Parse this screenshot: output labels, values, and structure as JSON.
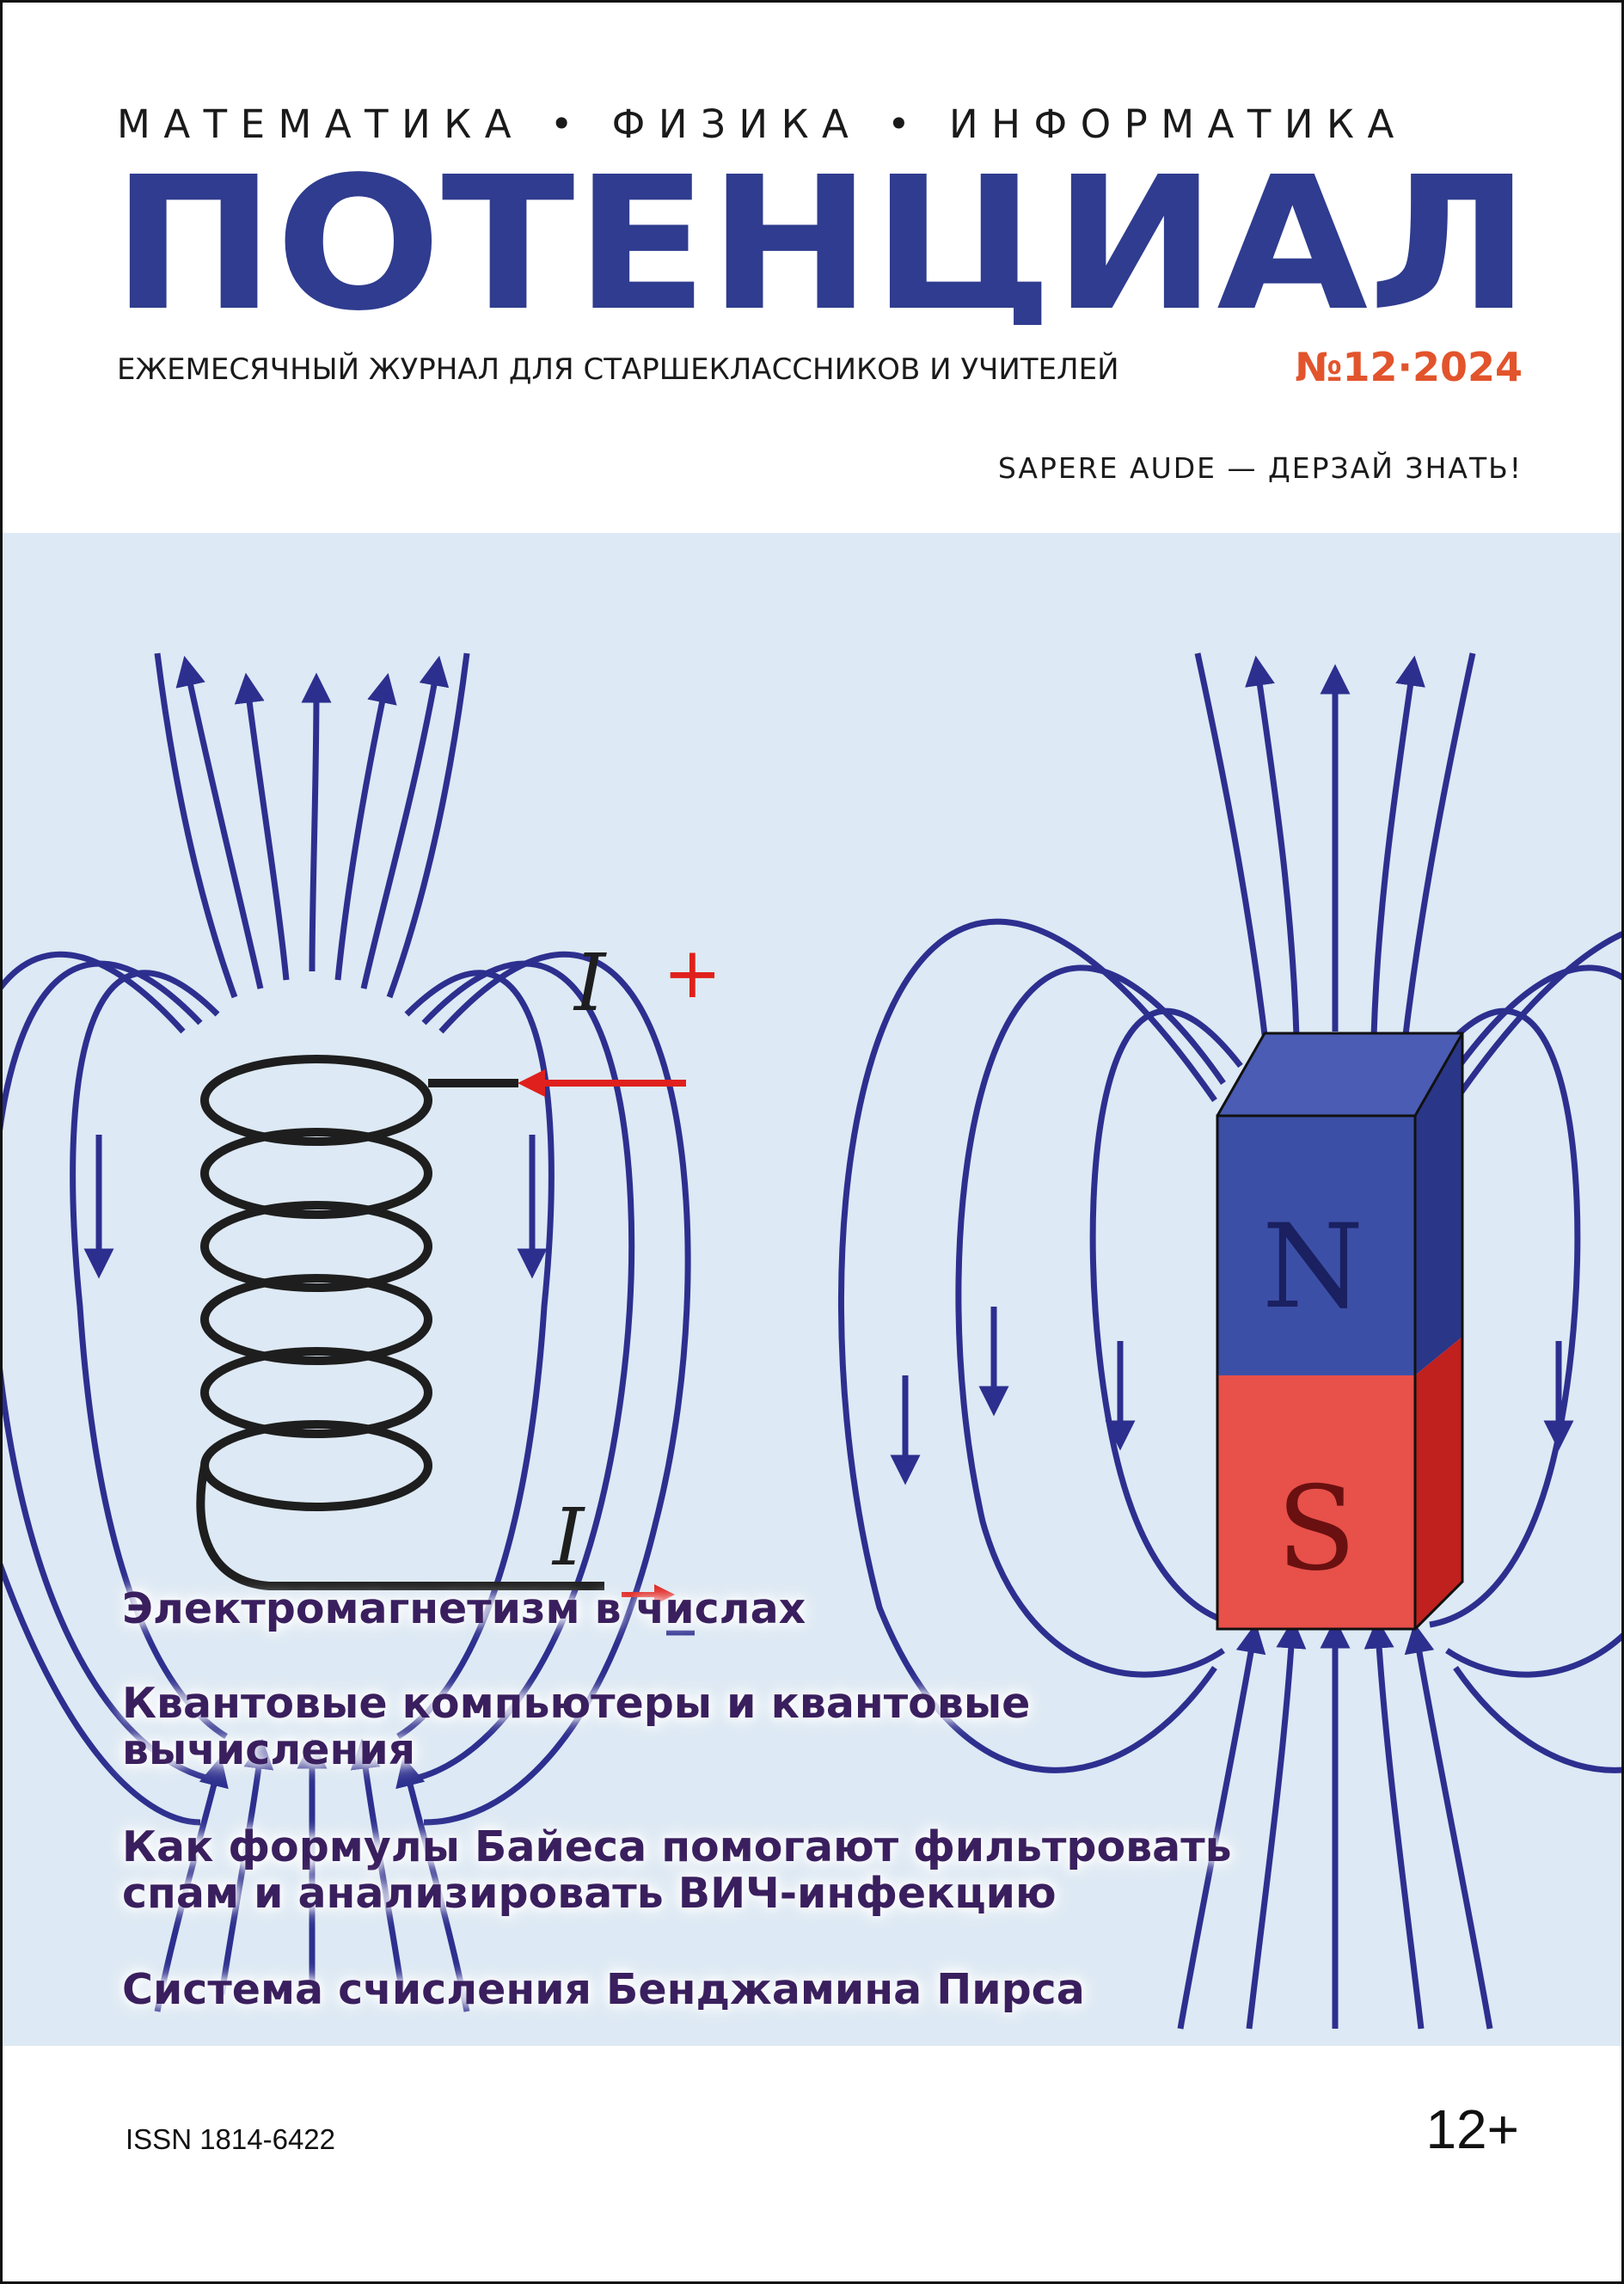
{
  "masthead": {
    "subjects": "МАТЕМАТИКА • ФИЗИКА • ИНФОРМАТИКА",
    "title": "ПОТЕНЦИАЛ",
    "tagline": "ЕЖЕМЕСЯЧНЫЙ ЖУРНАЛ ДЛЯ СТАРШЕКЛАССНИКОВ И УЧИТЕЛЕЙ",
    "issue": "№12·2024",
    "motto": "SAPERE AUDE — ДЕРЗАЙ ЗНАТЬ!"
  },
  "illustration": {
    "current_label": "I",
    "plus_label": "+",
    "minus_label": "–",
    "north_label": "N",
    "south_label": "S"
  },
  "headlines": [
    "Электромагнетизм в числах",
    "Квантовые компьютеры и квантовые вычисления",
    "Как формулы Байеса помогают фильтровать спам и анализировать ВИЧ-инфекцию",
    "Система счисления Бенджамина Пирса"
  ],
  "footer": {
    "issn": "ISSN 1814-6422",
    "age_rating": "12+"
  },
  "colors": {
    "title_blue": "#2f3c8f",
    "accent_orange": "#e2542c",
    "field_line": "#2d2f8f",
    "background": "#dde9f4",
    "headline": "#3a1f5e"
  }
}
